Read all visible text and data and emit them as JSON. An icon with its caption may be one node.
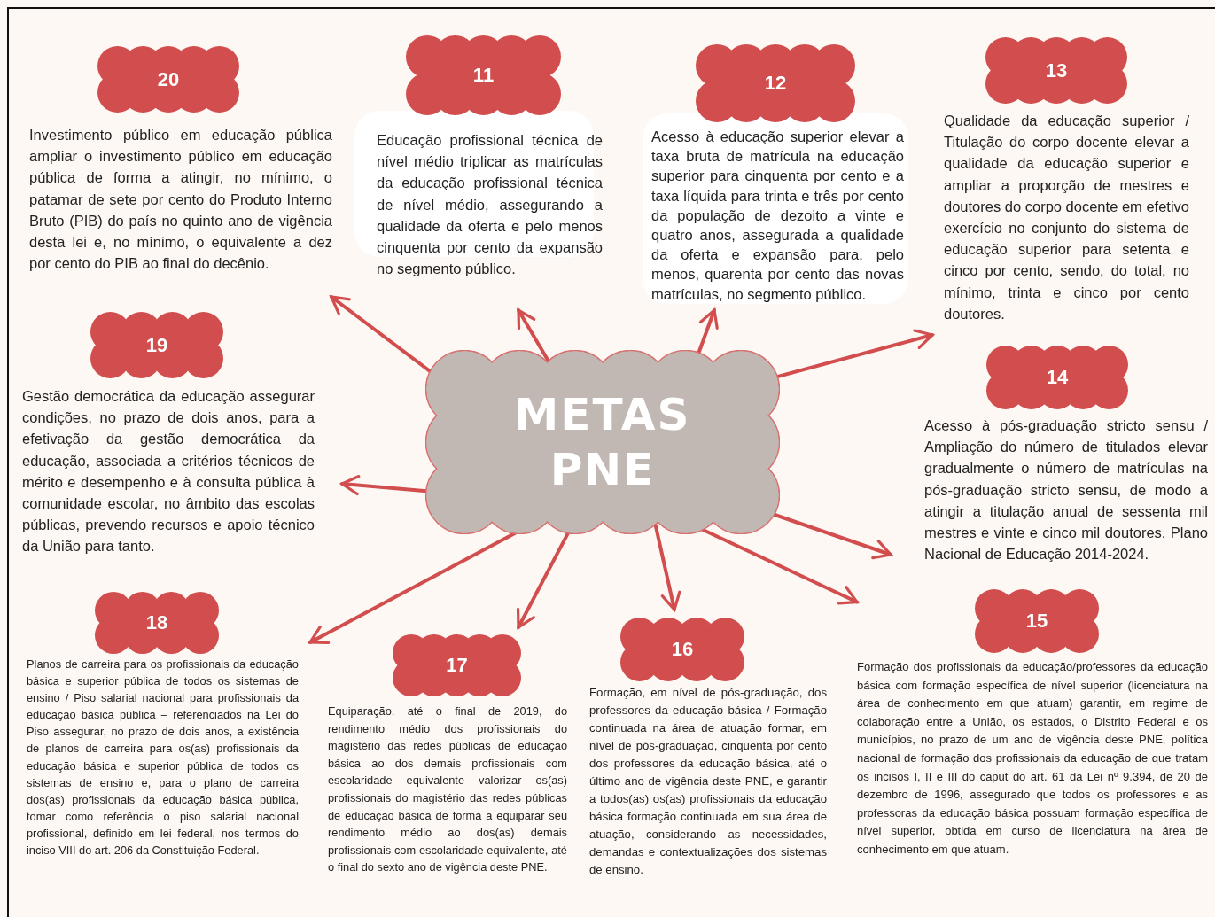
{
  "diagram": {
    "nodes": [
      {
        "text": [
          "METAS PNE"
        ]
      },
      {
        "text": [
          "20",
          "Investimento público em educação pública ampliar o investimento público em educação pública de forma a atingir, no mínimo, o patamar de sete por cento do Produto Interno Bruto (PIB) do país no quinto ano de vigência desta lei e, no mínimo, o equivalente a dez por cento do PIB ao final do decênio."
        ]
      },
      {
        "text": [
          "11",
          "Educação profissional técnica de nível médio triplicar as matrículas da educação profissional técnica de nível médio, assegurando a qualidade da oferta e pelo menos cinquenta por cento da expansão no segmento público."
        ]
      },
      {
        "text": [
          "12",
          "Acesso à educação superior elevar a taxa bruta de matrícula na educação superior para cinquenta por cento e a taxa líquida para trinta e três por cento da população de dezoito a vinte e quatro anos, assegurada a qualidade da oferta e expansão para, pelo menos, quarenta por cento das novas matrículas, no segmento público."
        ]
      },
      {
        "text": [
          "13",
          "Qualidade da educação superior / Titulação do corpo docente elevar a qualidade da educação superior e ampliar a proporção de mestres e doutores do corpo docente em efetivo exercício no conjunto do sistema de educação superior para setenta e cinco por cento, sendo, do total, no mínimo, trinta e cinco por cento doutores."
        ]
      },
      {
        "text": [
          "19",
          "Gestão democrática da educação assegurar condições, no prazo de dois anos, para a efetivação da gestão democrática da educação, associada a critérios técnicos de mérito e desempenho e à consulta pública à comunidade escolar, no âmbito das escolas públicas, prevendo recursos e apoio técnico da União para tanto."
        ]
      },
      {
        "text": [
          "14",
          "Acesso à pós-graduação stricto sensu / Ampliação do número de titulados elevar gradualmente o número de matrículas na pós-graduação stricto sensu, de modo a atingir a titulação anual de sessenta mil mestres e vinte e cinco mil doutores. Plano Nacional de Educação 2014-2024."
        ]
      },
      {
        "text": [
          "18",
          "Planos de carreira para os profissionais da educação básica e superior pública de todos os sistemas de ensino / Piso salarial nacional para profissionais da educação básica pública – referenciados na Lei do Piso assegurar, no prazo de dois anos, a existência de planos de carreira para os(as) profissionais da educação básica e superior pública de todos os sistemas de ensino e, para o plano de carreira dos(as) profissionais da educação básica pública, tomar como referência o piso salarial nacional profissional, definido em lei federal, nos termos do inciso VIII do art. 206 da Constituição Federal."
        ]
      },
      {
        "text": [
          "17",
          "Equiparação, até o final de 2019, do rendimento médio dos profissionais do magistério das redes públicas de educação básica ao dos demais profissionais com escolaridade equivalente valorizar os(as) profissionais do magistério das redes públicas de educação básica de forma a equiparar seu rendimento médio ao dos(as) demais profissionais com escolaridade equivalente, até o final do sexto ano de vigência deste PNE."
        ]
      },
      {
        "text": [
          "16",
          "Formação, em nível de pós-graduação, dos professores da educação básica / Formação continuada na área de atuação formar, em nível de pós-graduação, cinquenta por cento dos professores da educação básica, até o último ano de vigência deste PNE, e garantir a todos(as) os(as) profissionais da educação básica formação continuada em sua área de atuação, considerando as necessidades, demandas e contextualizações dos sistemas de ensino."
        ]
      },
      {
        "text": [
          "15",
          "Formação dos profissionais da educação/professores da educação básica com formação específica de nível superior (licenciatura na área de conhecimento em que atuam) garantir, em regime de colaboração entre a União, os estados, o Distrito Federal e os municípios, no prazo de um ano de vigência deste PNE, política nacional de formação dos profissionais da educação de que tratam os incisos I, II e III do caput do art. 61 da Lei nº 9.394, de 20 de dezembro de 1996, assegurado que todos os professores e as professoras da educação básica possuam formação específica de nível superior, obtida em curso de licenciatura na área de conhecimento em que atuam."
        ]
      }
    ],
    "edges": [
      {
        "from": 0,
        "to": 1,
        "arrow": "to"
      },
      {
        "from": 0,
        "to": 2,
        "arrow": "to"
      },
      {
        "from": 0,
        "to": 3,
        "arrow": "to"
      },
      {
        "from": 0,
        "to": 4,
        "arrow": "to"
      },
      {
        "from": 0,
        "to": 5,
        "arrow": "to"
      },
      {
        "from": 0,
        "to": 6,
        "arrow": "to"
      },
      {
        "from": 0,
        "to": 7,
        "arrow": "to"
      },
      {
        "from": 0,
        "to": 8,
        "arrow": "to"
      },
      {
        "from": 0,
        "to": 9,
        "arrow": "to"
      },
      {
        "from": 0,
        "to": 10,
        "arrow": "to"
      }
    ]
  }
}
